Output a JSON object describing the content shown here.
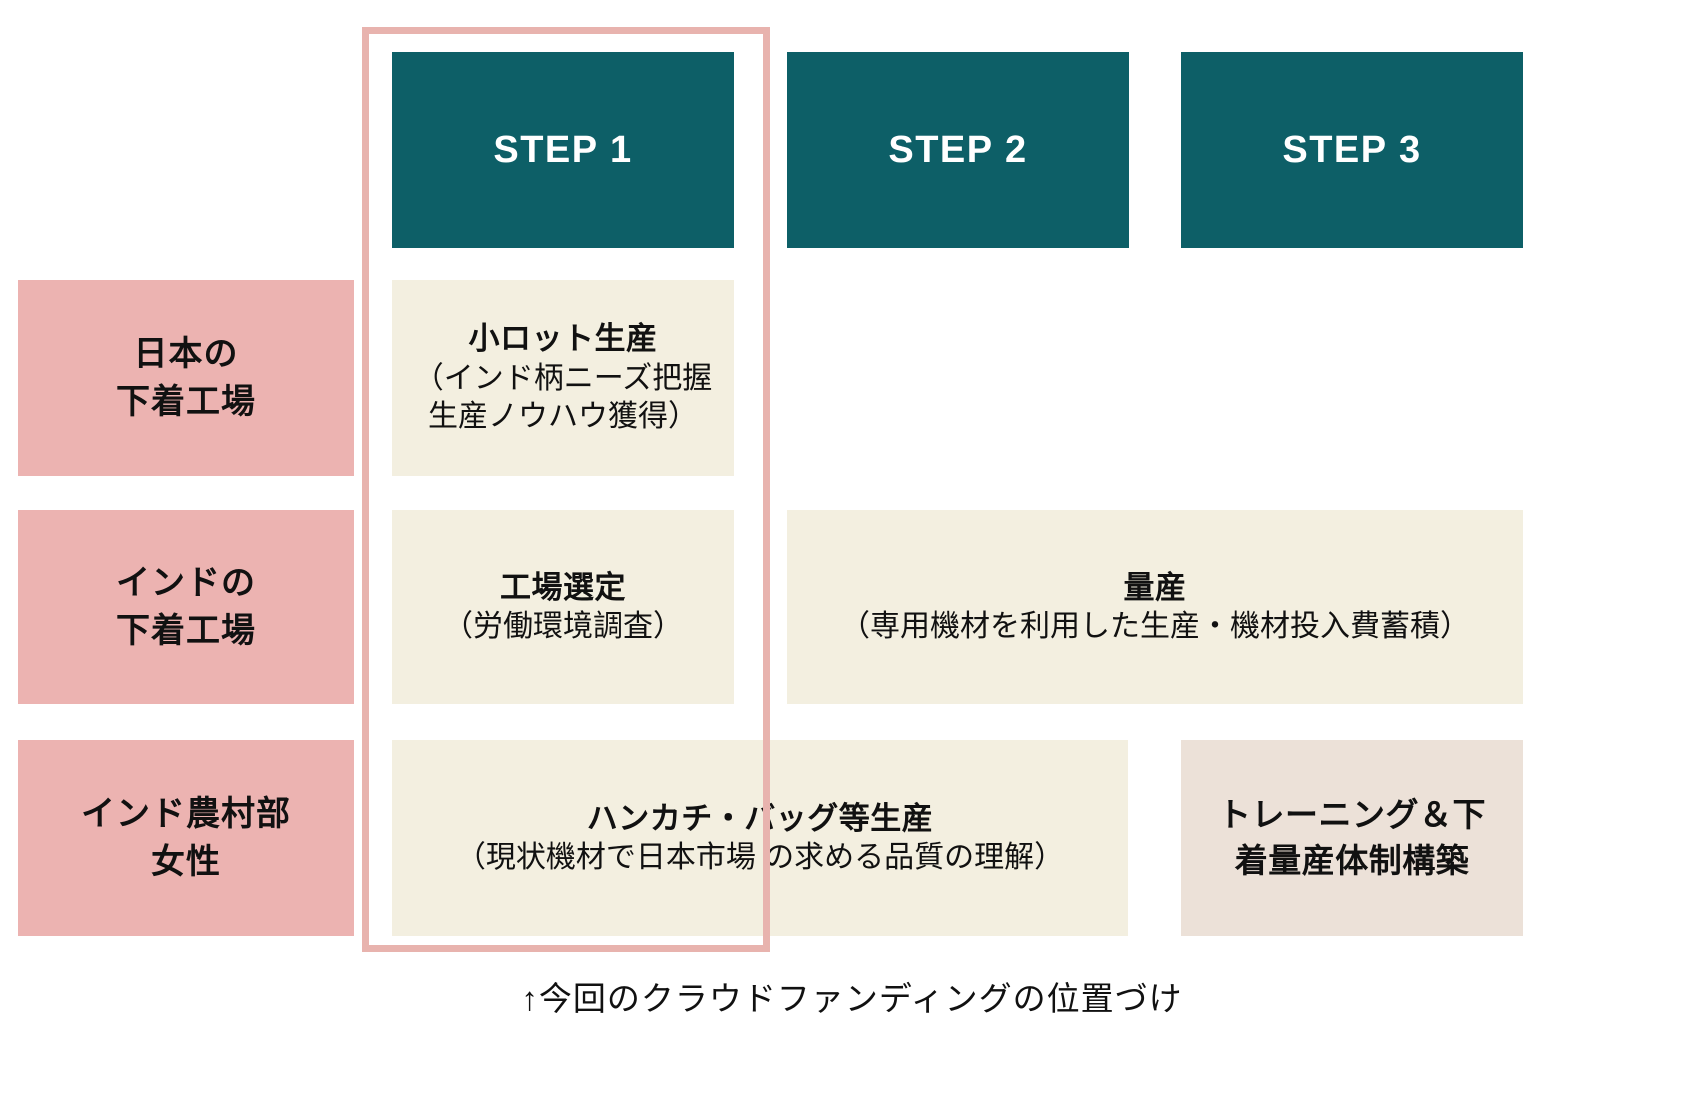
{
  "steps": [
    {
      "label": "STEP 1"
    },
    {
      "label": "STEP 2"
    },
    {
      "label": "STEP 3"
    }
  ],
  "row_labels": [
    {
      "label": "日本の\n下着工場"
    },
    {
      "label": "インドの\n下着工場"
    },
    {
      "label": "インド農村部\n女性"
    }
  ],
  "cells": {
    "r1c1": {
      "title": "小ロット生産",
      "sub": "（インド柄ニーズ把握\n生産ノウハウ獲得）"
    },
    "r2c1": {
      "title": "工場選定",
      "sub": "（労働環境調査）"
    },
    "r2c23": {
      "title": "量産",
      "sub": "（専用機材を利用した生産・機材投入費蓄積）"
    },
    "r3c12": {
      "title": "ハンカチ・バッグ等生産",
      "sub": "（現状機材で日本市場 の求める品質の理解）"
    },
    "r3c3": {
      "title": "トレーニング＆下\n着量産体制構築",
      "sub": ""
    }
  },
  "caption": {
    "text": "↑今回のクラウドファンディングの位置づけ"
  },
  "colors": {
    "step_header_bg": "#0d5f67",
    "step_header_text": "#ffffff",
    "row_label_bg": "#ecb3b1",
    "cell_bg": "#f3efe0",
    "cell_alt_bg": "#ece1d8",
    "highlight_border": "#e8b3ae",
    "text": "#111111",
    "page_bg": "#ffffff"
  }
}
